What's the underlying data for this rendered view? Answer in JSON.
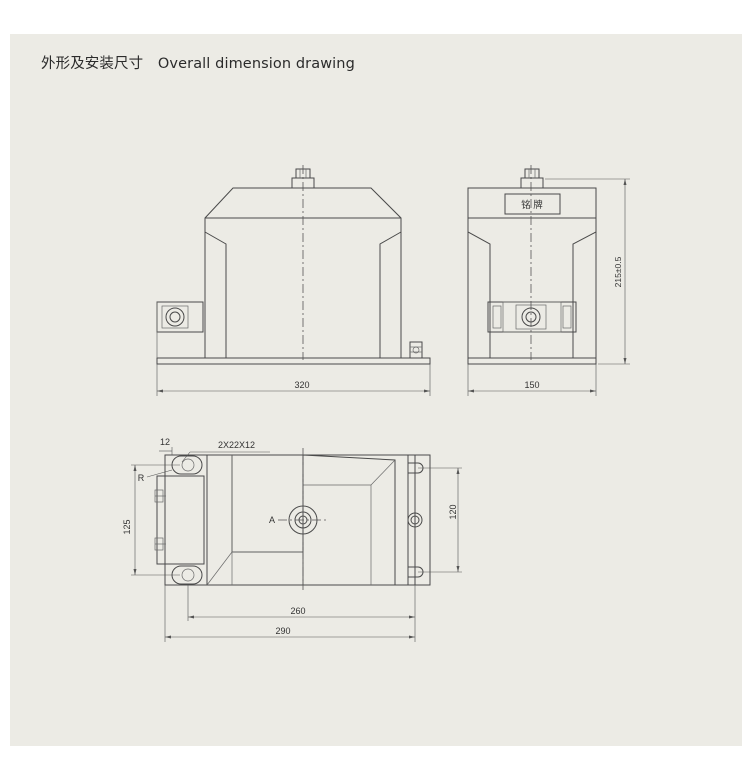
{
  "title": {
    "zh": "外形及安装尺寸",
    "en": "Overall dimension drawing"
  },
  "front_view": {
    "width_dim": "320"
  },
  "side_view": {
    "nameplate": "铭 牌",
    "width_dim": "150",
    "height_dim": "215±0.5"
  },
  "top_view": {
    "slot_width": "12",
    "slot_spec": "2X22X12",
    "radius_label": "R",
    "hole_spacing_v": "125",
    "terminal_label": "A",
    "right_spacing": "120",
    "inner_length": "260",
    "overall_length": "290"
  },
  "colors": {
    "background": "#ecebe5",
    "line": "#4a4a4a"
  }
}
